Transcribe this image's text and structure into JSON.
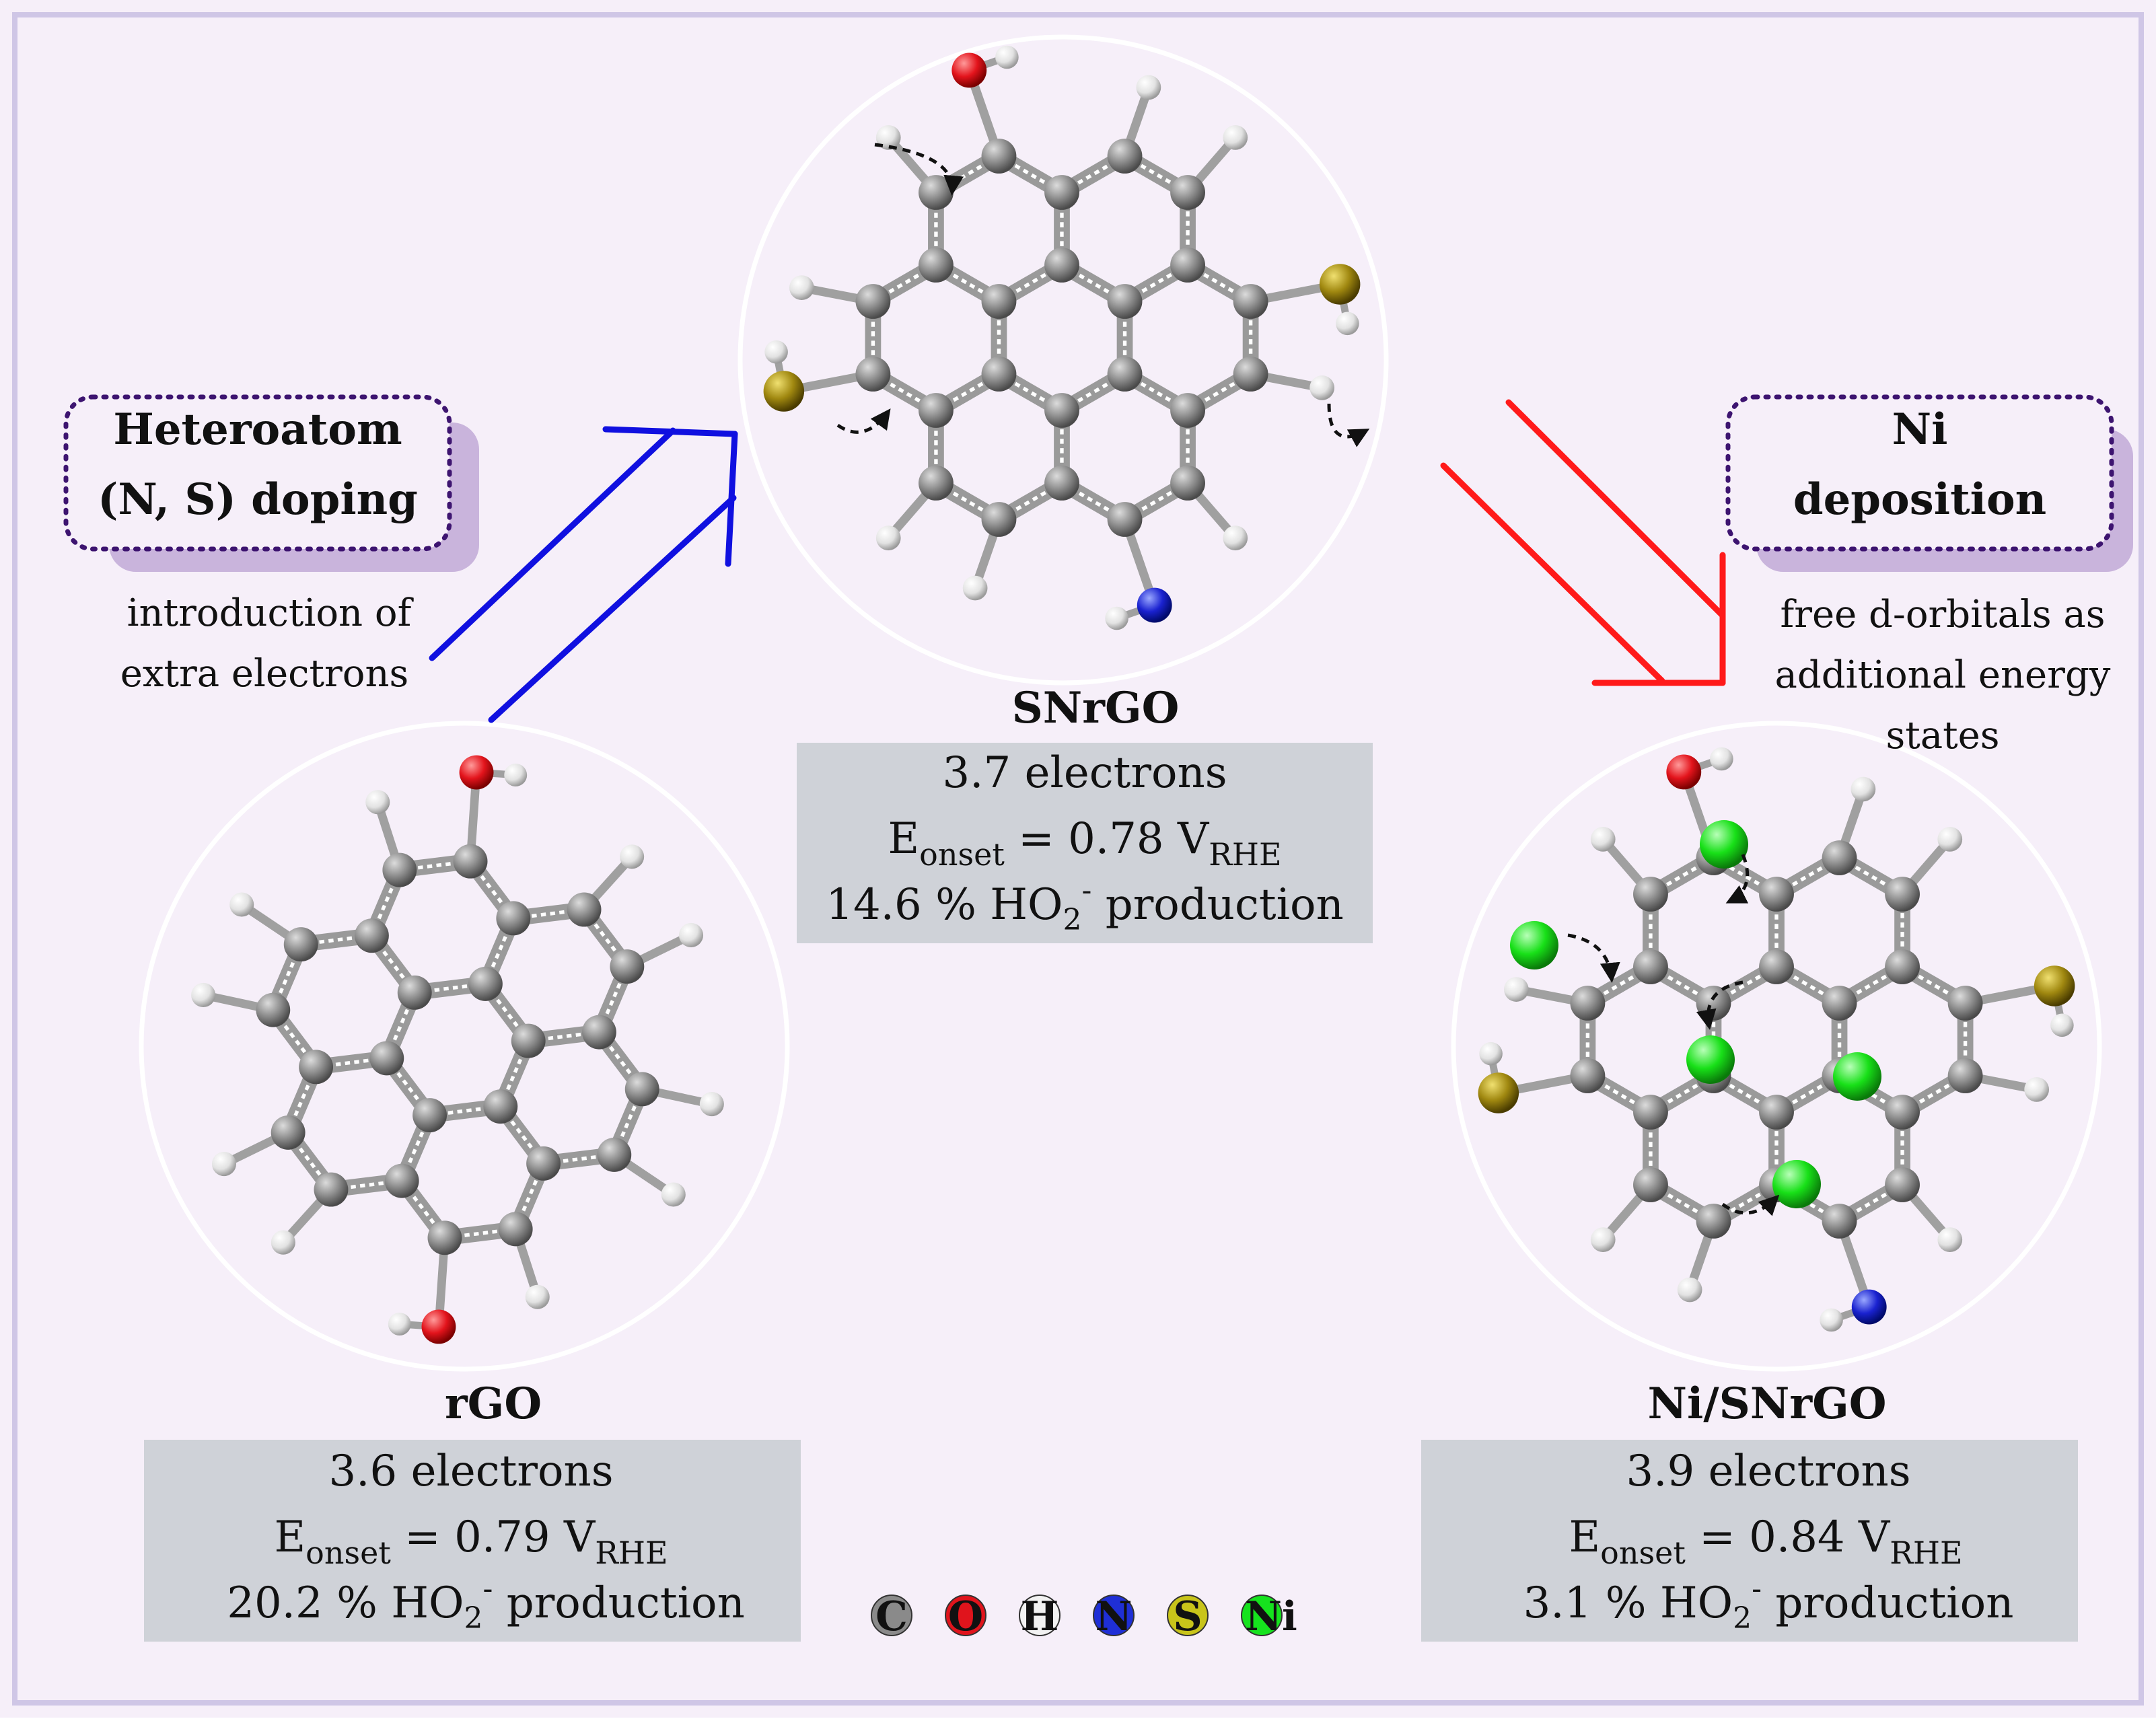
{
  "doping_label": {
    "line1": "Heteroatom",
    "line2": "(N, S) doping"
  },
  "doping_note": {
    "line1": "introduction of",
    "line2": "extra electrons"
  },
  "ni_label": {
    "line1": "Ni",
    "line2": "deposition"
  },
  "ni_note": {
    "line1": "free d-orbitals as",
    "line2": "additional energy",
    "line3": "states"
  },
  "rgo": {
    "name": "rGO",
    "electrons": "3.6 electrons",
    "e_sym": "E",
    "e_sub": "onset",
    "e_val": " = 0.79 V",
    "e_unit": "RHE",
    "ho2_pct": "20.2 % HO",
    "ho2_sub": "2",
    "ho2_sup": "-",
    "ho2_tail": " production"
  },
  "snrgo": {
    "name": "SNrGO",
    "electrons": "3.7 electrons",
    "e_sym": "E",
    "e_sub": "onset",
    "e_val": " = 0.78 V",
    "e_unit": "RHE",
    "ho2_pct": "14.6 % HO",
    "ho2_sub": "2",
    "ho2_sup": "-",
    "ho2_tail": " production"
  },
  "nisnrgo": {
    "name": "Ni/SNrGO",
    "electrons": "3.9 electrons",
    "e_sym": "E",
    "e_sub": "onset",
    "e_val": " = 0.84 V",
    "e_unit": "RHE",
    "ho2_pct": "3.1 % HO",
    "ho2_sub": "2",
    "ho2_sup": "-",
    "ho2_tail": " production"
  },
  "legend": [
    {
      "symbol": "C",
      "color": "#8a8a8a"
    },
    {
      "symbol": "O",
      "color": "#e0141c"
    },
    {
      "symbol": "H",
      "color": "#f2f2f2"
    },
    {
      "symbol": "N",
      "color": "#1f2fd6"
    },
    {
      "symbol": "S",
      "color": "#c8c41a"
    },
    {
      "symbol": "Ni",
      "color": "#16e21e"
    }
  ],
  "colors": {
    "background": "#f6eff9",
    "frame": "#cfc6e6",
    "info_box": "#cfd2d8",
    "label_dots": "#3d1470",
    "label_shadow": "#c9b4dc",
    "doping_arrow": "#1010e0",
    "ni_arrow": "#ff1a1a",
    "carbon": "#8c8c8c",
    "hydrogen": "#e8e8e8",
    "oxygen": "#e3141c",
    "nitrogen": "#1a22d0",
    "sulfur": "#a08810",
    "nickel": "#18e018"
  }
}
